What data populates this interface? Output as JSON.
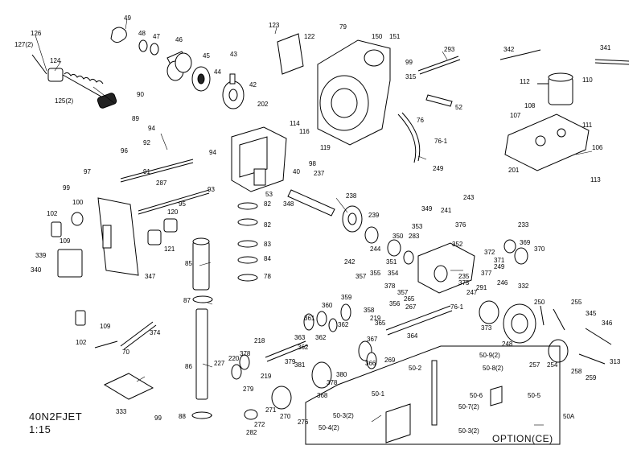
{
  "drawing": {
    "model": "40N2FJET",
    "scale": "1:15",
    "option_label": "OPTION(CE)"
  },
  "parts": [
    {
      "id": "126",
      "label": "126"
    },
    {
      "id": "127(2)",
      "label": "127(2)"
    },
    {
      "id": "124",
      "label": "124"
    },
    {
      "id": "125(2)",
      "label": "125(2)"
    },
    {
      "id": "49",
      "label": "49"
    },
    {
      "id": "48",
      "label": "48"
    },
    {
      "id": "47",
      "label": "47"
    },
    {
      "id": "46",
      "label": "46"
    },
    {
      "id": "45",
      "label": "45"
    },
    {
      "id": "44",
      "label": "44"
    },
    {
      "id": "43",
      "label": "43"
    },
    {
      "id": "42",
      "label": "42"
    },
    {
      "id": "123",
      "label": "123"
    },
    {
      "id": "122",
      "label": "122"
    },
    {
      "id": "79",
      "label": "79"
    },
    {
      "id": "150",
      "label": "150"
    },
    {
      "id": "151",
      "label": "151"
    },
    {
      "id": "293",
      "label": "293"
    },
    {
      "id": "342",
      "label": "342"
    },
    {
      "id": "341",
      "label": "341"
    },
    {
      "id": "99a",
      "label": "99"
    },
    {
      "id": "315",
      "label": "315"
    },
    {
      "id": "112",
      "label": "112"
    },
    {
      "id": "110",
      "label": "110"
    },
    {
      "id": "52",
      "label": "52"
    },
    {
      "id": "90",
      "label": "90"
    },
    {
      "id": "89",
      "label": "89"
    },
    {
      "id": "202",
      "label": "202"
    },
    {
      "id": "108",
      "label": "108"
    },
    {
      "id": "107",
      "label": "107"
    },
    {
      "id": "111",
      "label": "111"
    },
    {
      "id": "76",
      "label": "76"
    },
    {
      "id": "114",
      "label": "114"
    },
    {
      "id": "116",
      "label": "116"
    },
    {
      "id": "94a",
      "label": "94"
    },
    {
      "id": "92",
      "label": "92"
    },
    {
      "id": "76-1a",
      "label": "76-1"
    },
    {
      "id": "119",
      "label": "119"
    },
    {
      "id": "106",
      "label": "106"
    },
    {
      "id": "96",
      "label": "96"
    },
    {
      "id": "94b",
      "label": "94"
    },
    {
      "id": "91",
      "label": "91"
    },
    {
      "id": "98",
      "label": "98"
    },
    {
      "id": "201",
      "label": "201"
    },
    {
      "id": "249a",
      "label": "249"
    },
    {
      "id": "97",
      "label": "97"
    },
    {
      "id": "287",
      "label": "287"
    },
    {
      "id": "93",
      "label": "93"
    },
    {
      "id": "40",
      "label": "40"
    },
    {
      "id": "237",
      "label": "237"
    },
    {
      "id": "113",
      "label": "113"
    },
    {
      "id": "99b",
      "label": "99"
    },
    {
      "id": "53",
      "label": "53"
    },
    {
      "id": "243",
      "label": "243"
    },
    {
      "id": "100",
      "label": "100"
    },
    {
      "id": "95",
      "label": "95"
    },
    {
      "id": "82a",
      "label": "82"
    },
    {
      "id": "348",
      "label": "348"
    },
    {
      "id": "238",
      "label": "238"
    },
    {
      "id": "349",
      "label": "349"
    },
    {
      "id": "241",
      "label": "241"
    },
    {
      "id": "120",
      "label": "120"
    },
    {
      "id": "376",
      "label": "376"
    },
    {
      "id": "102a",
      "label": "102"
    },
    {
      "id": "82b",
      "label": "82"
    },
    {
      "id": "239",
      "label": "239"
    },
    {
      "id": "353",
      "label": "353"
    },
    {
      "id": "233",
      "label": "233"
    },
    {
      "id": "109a",
      "label": "109"
    },
    {
      "id": "121",
      "label": "121"
    },
    {
      "id": "83",
      "label": "83"
    },
    {
      "id": "350",
      "label": "350"
    },
    {
      "id": "283",
      "label": "283"
    },
    {
      "id": "352",
      "label": "352"
    },
    {
      "id": "244",
      "label": "244"
    },
    {
      "id": "369",
      "label": "369"
    },
    {
      "id": "339",
      "label": "339"
    },
    {
      "id": "85",
      "label": "85"
    },
    {
      "id": "84",
      "label": "84"
    },
    {
      "id": "372",
      "label": "372"
    },
    {
      "id": "370",
      "label": "370"
    },
    {
      "id": "371",
      "label": "371"
    },
    {
      "id": "340",
      "label": "340"
    },
    {
      "id": "242",
      "label": "242"
    },
    {
      "id": "351",
      "label": "351"
    },
    {
      "id": "249b",
      "label": "249"
    },
    {
      "id": "377",
      "label": "377"
    },
    {
      "id": "347",
      "label": "347"
    },
    {
      "id": "78",
      "label": "78"
    },
    {
      "id": "357",
      "label": "357"
    },
    {
      "id": "355",
      "label": "355"
    },
    {
      "id": "354",
      "label": "354"
    },
    {
      "id": "235",
      "label": "235"
    },
    {
      "id": "375",
      "label": "375"
    },
    {
      "id": "246",
      "label": "246"
    },
    {
      "id": "332",
      "label": "332"
    },
    {
      "id": "291",
      "label": "291"
    },
    {
      "id": "378a",
      "label": "378"
    },
    {
      "id": "357b",
      "label": "357"
    },
    {
      "id": "87",
      "label": "87"
    },
    {
      "id": "356",
      "label": "356"
    },
    {
      "id": "265",
      "label": "265"
    },
    {
      "id": "250",
      "label": "250"
    },
    {
      "id": "255",
      "label": "255"
    },
    {
      "id": "247",
      "label": "247"
    },
    {
      "id": "360",
      "label": "360"
    },
    {
      "id": "359",
      "label": "359"
    },
    {
      "id": "358",
      "label": "358"
    },
    {
      "id": "76-1b",
      "label": "76-1"
    },
    {
      "id": "219a",
      "label": "219"
    },
    {
      "id": "267",
      "label": "267"
    },
    {
      "id": "373",
      "label": "373"
    },
    {
      "id": "345",
      "label": "345"
    },
    {
      "id": "109b",
      "label": "109"
    },
    {
      "id": "361",
      "label": "361"
    },
    {
      "id": "362a",
      "label": "362"
    },
    {
      "id": "363",
      "label": "363"
    },
    {
      "id": "365",
      "label": "365"
    },
    {
      "id": "248",
      "label": "248"
    },
    {
      "id": "346",
      "label": "346"
    },
    {
      "id": "374",
      "label": "374"
    },
    {
      "id": "102b",
      "label": "102"
    },
    {
      "id": "218",
      "label": "218"
    },
    {
      "id": "362b",
      "label": "362"
    },
    {
      "id": "364",
      "label": "364"
    },
    {
      "id": "70",
      "label": "70"
    },
    {
      "id": "379",
      "label": "379"
    },
    {
      "id": "362c",
      "label": "362"
    },
    {
      "id": "367",
      "label": "367"
    },
    {
      "id": "313",
      "label": "313"
    },
    {
      "id": "220",
      "label": "220"
    },
    {
      "id": "378b",
      "label": "378"
    },
    {
      "id": "381",
      "label": "381"
    },
    {
      "id": "366",
      "label": "366"
    },
    {
      "id": "269",
      "label": "269"
    },
    {
      "id": "254",
      "label": "254"
    },
    {
      "id": "257",
      "label": "257"
    },
    {
      "id": "258",
      "label": "258"
    },
    {
      "id": "227",
      "label": "227"
    },
    {
      "id": "219b",
      "label": "219"
    },
    {
      "id": "380",
      "label": "380"
    },
    {
      "id": "259",
      "label": "259"
    },
    {
      "id": "86",
      "label": "86"
    },
    {
      "id": "378c",
      "label": "378"
    },
    {
      "id": "50-2",
      "label": "50-2"
    },
    {
      "id": "50-9(2)",
      "label": "50-9(2)"
    },
    {
      "id": "50-8(2)",
      "label": "50-8(2)"
    },
    {
      "id": "333",
      "label": "333"
    },
    {
      "id": "279",
      "label": "279"
    },
    {
      "id": "368",
      "label": "368"
    },
    {
      "id": "50-1",
      "label": "50-1"
    },
    {
      "id": "50-6",
      "label": "50-6"
    },
    {
      "id": "50-5",
      "label": "50-5"
    },
    {
      "id": "270",
      "label": "270"
    },
    {
      "id": "271",
      "label": "271"
    },
    {
      "id": "50-7(2)",
      "label": "50-7(2)"
    },
    {
      "id": "88",
      "label": "88"
    },
    {
      "id": "50A",
      "label": "50A"
    },
    {
      "id": "99c",
      "label": "99"
    },
    {
      "id": "272",
      "label": "272"
    },
    {
      "id": "276",
      "label": "276"
    },
    {
      "id": "50-3(2)a",
      "label": "50-3(2)"
    },
    {
      "id": "50-4(2)",
      "label": "50-4(2)"
    },
    {
      "id": "282",
      "label": "282"
    },
    {
      "id": "50-3(2)b",
      "label": "50-3(2)"
    }
  ]
}
